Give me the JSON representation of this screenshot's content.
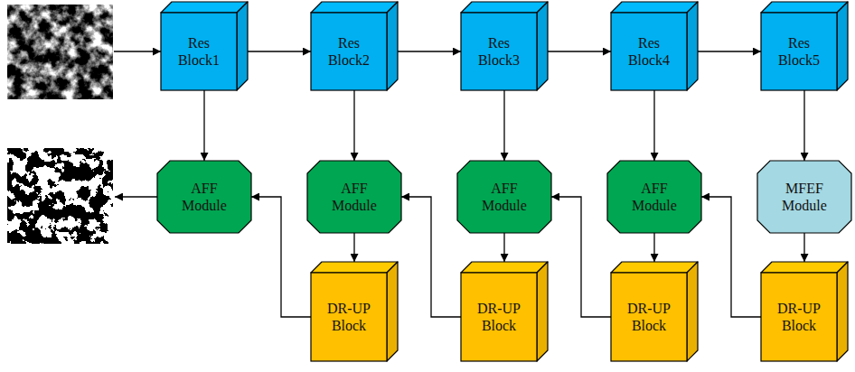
{
  "diagram": {
    "nodes": [
      {
        "text": [
          "Res Block1"
        ]
      },
      {
        "text": [
          "Res Block2"
        ]
      },
      {
        "text": [
          "Res Block3"
        ]
      },
      {
        "text": [
          "Res Block4"
        ]
      },
      {
        "text": [
          "Res Block5"
        ]
      },
      {
        "text": [
          "AFF Module"
        ]
      },
      {
        "text": [
          "AFF Module"
        ]
      },
      {
        "text": [
          "AFF Module"
        ]
      },
      {
        "text": [
          "AFF Module"
        ]
      },
      {
        "text": [
          "MFEF Module"
        ]
      },
      {
        "text": [
          "DR-UP Block"
        ]
      },
      {
        "text": [
          "DR-UP Block"
        ]
      },
      {
        "text": [
          "DR-UP Block"
        ]
      },
      {
        "text": [
          "DR-UP Block"
        ]
      }
    ],
    "edges": [
      {
        "from": 0,
        "to": 1,
        "arrow": "to"
      },
      {
        "from": 1,
        "to": 2,
        "arrow": "to"
      },
      {
        "from": 2,
        "to": 3,
        "arrow": "to"
      },
      {
        "from": 3,
        "to": 4,
        "arrow": "to"
      },
      {
        "from": 0,
        "to": 5,
        "arrow": "to"
      },
      {
        "from": 1,
        "to": 6,
        "arrow": "to"
      },
      {
        "from": 2,
        "to": 7,
        "arrow": "to"
      },
      {
        "from": 3,
        "to": 8,
        "arrow": "to"
      },
      {
        "from": 4,
        "to": 9,
        "arrow": "to"
      },
      {
        "from": 6,
        "to": 10,
        "arrow": "to"
      },
      {
        "from": 7,
        "to": 11,
        "arrow": "to"
      },
      {
        "from": 8,
        "to": 12,
        "arrow": "to"
      },
      {
        "from": 9,
        "to": 13,
        "arrow": "to"
      },
      {
        "from": 10,
        "to": 5,
        "arrow": "to"
      },
      {
        "from": 11,
        "to": 6,
        "arrow": "to"
      },
      {
        "from": 12,
        "to": 7,
        "arrow": "to"
      },
      {
        "from": 13,
        "to": 8,
        "arrow": "to"
      }
    ]
  }
}
